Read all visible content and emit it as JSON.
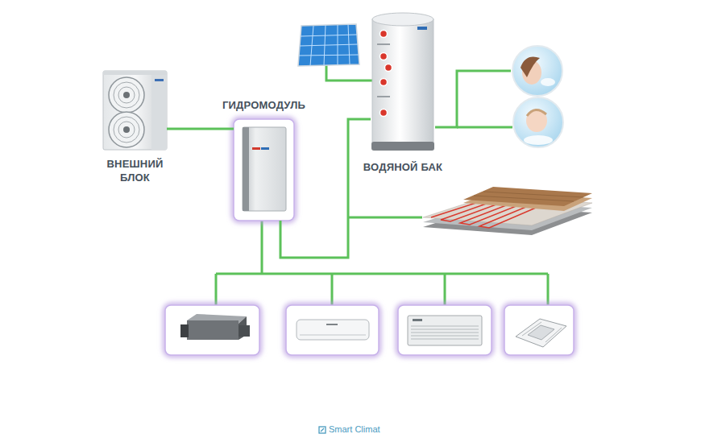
{
  "diagram": {
    "nodes": [
      {
        "text": [
          "ВНЕШНИЙ БЛОК"
        ]
      },
      {
        "text": [
          "ГИДРОМОДУЛЬ"
        ]
      },
      {
        "text": [
          "ВОДЯНОЙ БАК"
        ]
      }
    ],
    "edges": [
      {
        "from": 0,
        "to": 1,
        "arrow": "none"
      },
      {
        "from": 1,
        "to": 2,
        "arrow": "none"
      }
    ],
    "labels": [
      "Smart Climat"
    ]
  }
}
